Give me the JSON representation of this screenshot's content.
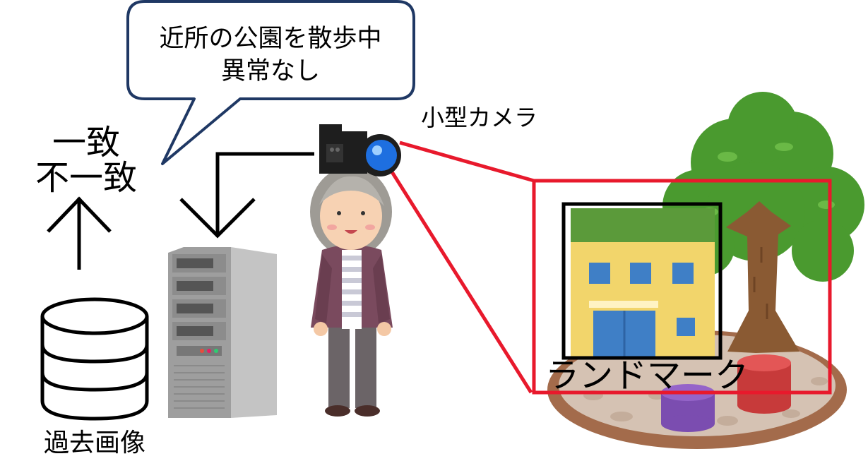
{
  "speech_bubble": {
    "line1": "近所の公園を散歩中",
    "line2": "異常なし"
  },
  "labels": {
    "camera": "小型カメラ",
    "match": "一致",
    "mismatch": "不一致",
    "past_images": "過去画像",
    "landmark": "ランドマーク"
  },
  "colors": {
    "highlight_red": "#e8192c",
    "bubble_border": "#1f3864",
    "building_roof": "#5b9a3a",
    "building_wall": "#f2d56b",
    "tree_leaves": "#4a9a2f",
    "tree_trunk": "#8a5a33",
    "server_gray": "#b3b3b3",
    "camera_lens": "#1e6fe0"
  },
  "icons": {
    "database": "database-icon",
    "server": "server-icon",
    "person": "person-icon",
    "camera": "camera-icon",
    "building": "building-icon",
    "tree": "tree-icon",
    "park": "park-icon"
  }
}
